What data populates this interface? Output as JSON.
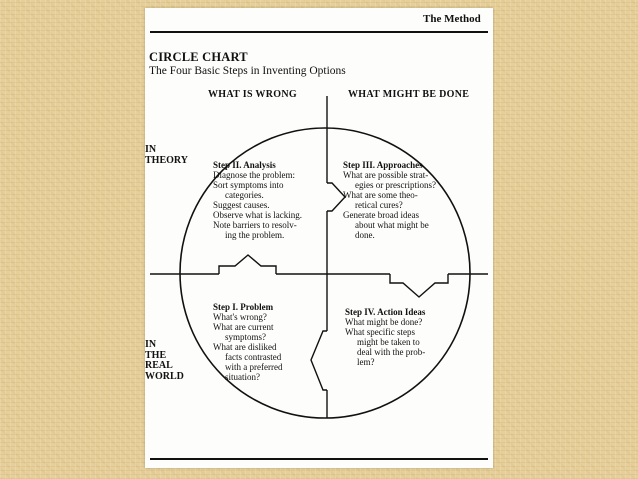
{
  "header": {
    "section_label": "The Method"
  },
  "chart": {
    "title": "CIRCLE CHART",
    "subtitle": "The Four Basic Steps in Inventing Options",
    "column_left": "WHAT IS WRONG",
    "column_right": "WHAT MIGHT BE DONE",
    "row_top": "IN\nTHEORY",
    "row_bottom": "IN\nTHE\nREAL\nWORLD"
  },
  "steps": {
    "step2": {
      "heading": "Step II. Analysis",
      "lines": [
        {
          "text": "Diagnose the problem:",
          "indent": false
        },
        {
          "text": "Sort symptoms into",
          "indent": false
        },
        {
          "text": "categories.",
          "indent": true
        },
        {
          "text": "Suggest causes.",
          "indent": false
        },
        {
          "text": "Observe what is lacking.",
          "indent": false
        },
        {
          "text": "Note barriers to resolv-",
          "indent": false
        },
        {
          "text": "ing the problem.",
          "indent": true
        }
      ]
    },
    "step3": {
      "heading": "Step III. Approaches",
      "lines": [
        {
          "text": "What are possible strat-",
          "indent": false
        },
        {
          "text": "egies or prescriptions?",
          "indent": true
        },
        {
          "text": "What are some theo-",
          "indent": false
        },
        {
          "text": "retical cures?",
          "indent": true
        },
        {
          "text": "Generate broad ideas",
          "indent": false
        },
        {
          "text": "about what might be",
          "indent": true
        },
        {
          "text": "done.",
          "indent": true
        }
      ]
    },
    "step1": {
      "heading": "Step I. Problem",
      "lines": [
        {
          "text": "What's wrong?",
          "indent": false
        },
        {
          "text": "What are current",
          "indent": false
        },
        {
          "text": "symptoms?",
          "indent": true
        },
        {
          "text": "What are disliked",
          "indent": false
        },
        {
          "text": "facts contrasted",
          "indent": true
        },
        {
          "text": "with a preferred",
          "indent": true
        },
        {
          "text": "situation?",
          "indent": true
        }
      ]
    },
    "step4": {
      "heading": "Step IV. Action Ideas",
      "lines": [
        {
          "text": "What might be done?",
          "indent": false
        },
        {
          "text": "What specific steps",
          "indent": false
        },
        {
          "text": "might be taken to",
          "indent": true
        },
        {
          "text": "deal with the prob-",
          "indent": true
        },
        {
          "text": "lem?",
          "indent": true
        }
      ]
    }
  }
}
